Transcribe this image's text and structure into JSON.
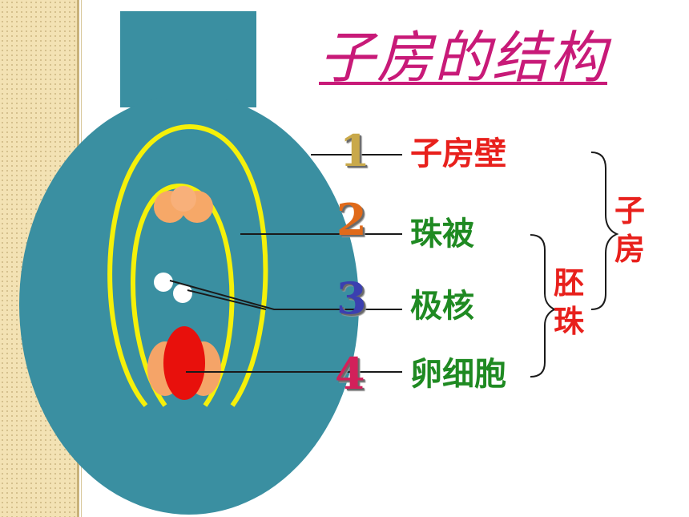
{
  "title": "子房的结构",
  "labels": [
    {
      "number": "1",
      "text": "子房壁"
    },
    {
      "number": "2",
      "text": "珠被"
    },
    {
      "number": "3",
      "text": "极核"
    },
    {
      "number": "4",
      "text": "卵细胞"
    }
  ],
  "groups": {
    "ovary": [
      "子",
      "房"
    ],
    "ovule": [
      "胚",
      "珠"
    ]
  },
  "colors": {
    "ovary_wall": "#3a8fa1",
    "integument": "#f5f00a",
    "title": "#c81a78",
    "label_red": "#e8201c",
    "label_green": "#1f8a22",
    "egg_cell": "#e8100c",
    "synergid": "#f5a468"
  }
}
